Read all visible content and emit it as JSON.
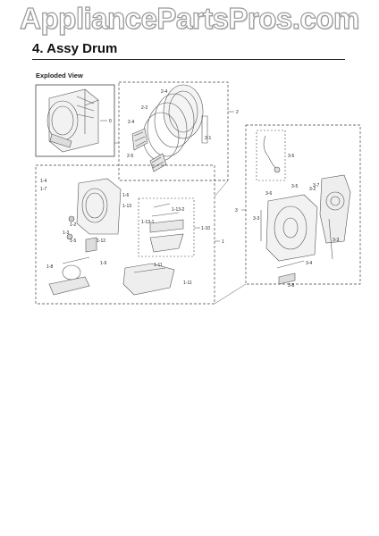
{
  "watermark": "AppliancePartsPros.com",
  "section_title": "4.  Assy Drum",
  "view_label": "Exploded View",
  "parts": [
    "0",
    "1",
    "1-1",
    "1-2",
    "1-3",
    "1-4",
    "1-5",
    "1-6",
    "1-7",
    "1-8",
    "1-9",
    "1-10",
    "1-11",
    "1-12",
    "1-13",
    "1-13-1",
    "1-13-2",
    "2",
    "2-1",
    "2-2",
    "2-3",
    "2-4",
    "2-5",
    "3",
    "3-1",
    "3-2",
    "3-3",
    "3-4",
    "3-5",
    "3-6",
    "3-7",
    "3-8"
  ]
}
